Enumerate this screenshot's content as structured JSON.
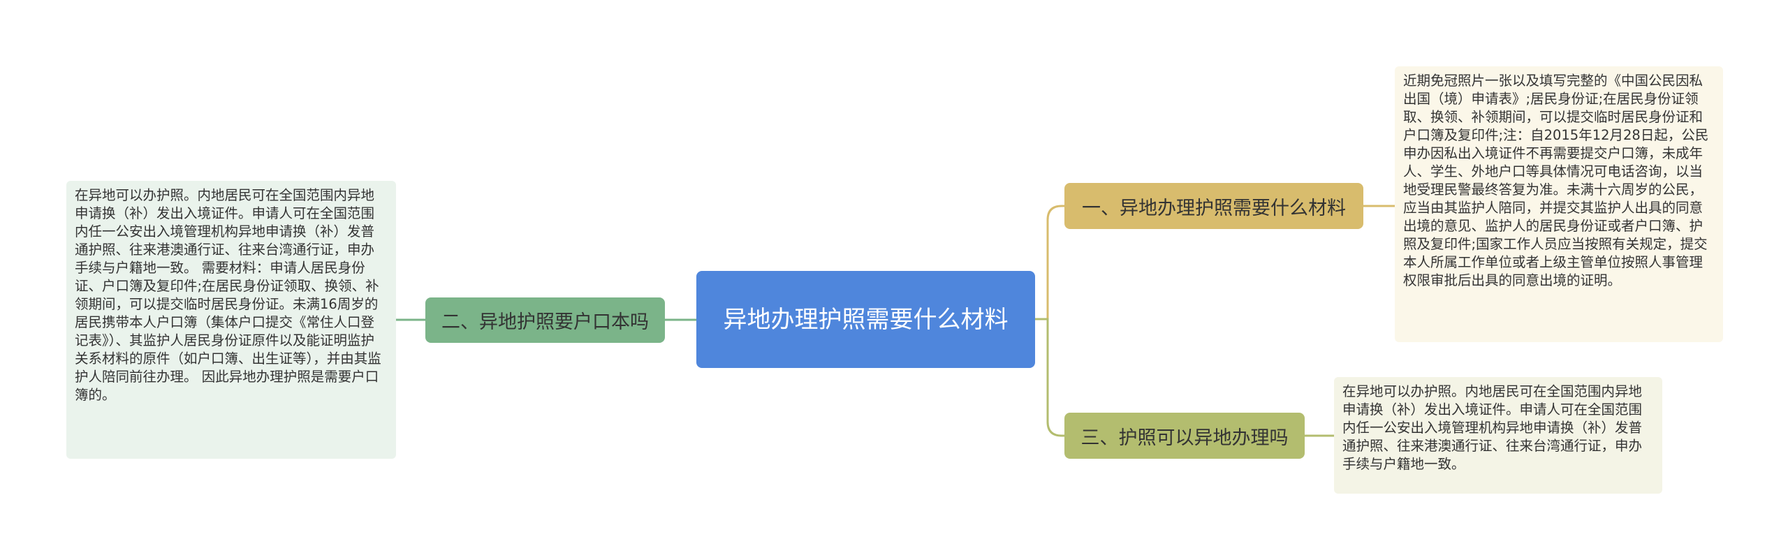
{
  "root": {
    "title": "异地办理护照需要什么材料"
  },
  "branches": [
    {
      "label": "一、异地办理护照需要什么材料",
      "color": "#d8bc6d",
      "detail": "近期免冠照片一张以及填写完整的《中国公民因私出国（境）申请表》;居民身份证;在居民身份证领取、换领、补领期间，可以提交临时居民身份证和户口簿及复印件;注：自2015年12月28日起，公民申办因私出入境证件不再需要提交户口簿，未成年人、学生、外地户口等具体情况可电话咨询，以当地受理民警最终答复为准。未满十六周岁的公民，应当由其监护人陪同，并提交其监护人出具的同意出境的意见、监护人的居民身份证或者户口簿、护照及复印件;国家工作人员应当按照有关规定，提交本人所属工作单位或者上级主管单位按照人事管理权限审批后出具的同意出境的证明。"
    },
    {
      "label": "二、异地护照要户口本吗",
      "color": "#7bb489",
      "detail": "在异地可以办护照。内地居民可在全国范围内异地申请换（补）发出入境证件。申请人可在全国范围内任一公安出入境管理机构异地申请换（补）发普通护照、往来港澳通行证、往来台湾通行证，申办手续与户籍地一致。 需要材料：申请人居民身份证、户口簿及复印件;在居民身份证领取、换领、补领期间，可以提交临时居民身份证。未满16周岁的居民携带本人户口簿（集体户口提交《常住人口登记表》）、其监护人居民身份证原件以及能证明监护关系材料的原件（如户口簿、出生证等），并由其监护人陪同前往办理。 因此异地办理护照是需要户口簿的。"
    },
    {
      "label": "三、护照可以异地办理吗",
      "color": "#b3bd6f",
      "detail": "在异地可以办护照。内地居民可在全国范围内异地申请换（补）发出入境证件。申请人可在全国范围内任一公安出入境管理机构异地申请换（补）发普通护照、往来港澳通行证、往来台湾通行证，申办手续与户籍地一致。"
    }
  ],
  "colors": {
    "root": "#4f86dc",
    "connector": "#c9c98f"
  }
}
